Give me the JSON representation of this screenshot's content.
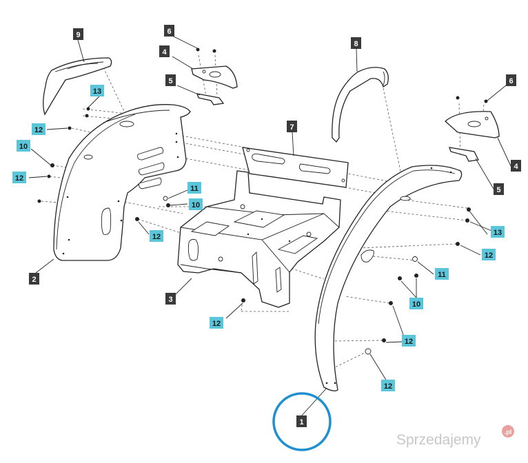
{
  "diagram": {
    "type": "exploded-parts-view",
    "callouts_dark": [
      {
        "id": "c9",
        "label": "9"
      },
      {
        "id": "c6a",
        "label": "6"
      },
      {
        "id": "c4a",
        "label": "4"
      },
      {
        "id": "c5a",
        "label": "5"
      },
      {
        "id": "c8",
        "label": "8"
      },
      {
        "id": "c6b",
        "label": "6"
      },
      {
        "id": "c7",
        "label": "7"
      },
      {
        "id": "c4b",
        "label": "4"
      },
      {
        "id": "c5b",
        "label": "5"
      },
      {
        "id": "c2",
        "label": "2"
      },
      {
        "id": "c3",
        "label": "3"
      },
      {
        "id": "c1",
        "label": "1"
      }
    ],
    "callouts_light": [
      {
        "id": "l13a",
        "label": "13"
      },
      {
        "id": "l12a",
        "label": "12"
      },
      {
        "id": "l10a",
        "label": "10"
      },
      {
        "id": "l12b",
        "label": "12"
      },
      {
        "id": "l11a",
        "label": "11"
      },
      {
        "id": "l10b",
        "label": "10"
      },
      {
        "id": "l12c",
        "label": "12"
      },
      {
        "id": "l12d",
        "label": "12"
      },
      {
        "id": "l13b",
        "label": "13"
      },
      {
        "id": "l12e",
        "label": "12"
      },
      {
        "id": "l11b",
        "label": "11"
      },
      {
        "id": "l10c",
        "label": "10"
      },
      {
        "id": "l12f",
        "label": "12"
      },
      {
        "id": "l12g",
        "label": "12"
      }
    ],
    "highlight": {
      "target": "1",
      "color": "#1e8fd0"
    }
  },
  "watermark": {
    "text": "Sprzedajemy",
    "suffix": ".pl"
  },
  "colors": {
    "dark_callout": "#3a3a3a",
    "light_callout": "#5bc5d9",
    "line": "#222222",
    "dash": "#555555"
  }
}
